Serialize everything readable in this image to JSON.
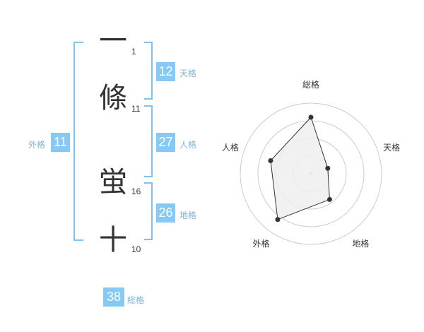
{
  "name": {
    "characters": [
      {
        "char": "一",
        "strokes": "1"
      },
      {
        "char": "條",
        "strokes": "11"
      },
      {
        "char": "蛍",
        "strokes": "16"
      },
      {
        "char": "十",
        "strokes": "10"
      }
    ]
  },
  "fortunes": {
    "tenkaku": {
      "label": "天格",
      "value": "12"
    },
    "jinkaku": {
      "label": "人格",
      "value": "27"
    },
    "chikaku": {
      "label": "地格",
      "value": "26"
    },
    "gaikaku": {
      "label": "外格",
      "value": "11"
    },
    "soukaku": {
      "label": "総格",
      "value": "38"
    }
  },
  "chart_data": {
    "type": "radar",
    "axes": [
      "総格",
      "天格",
      "地格",
      "外格",
      "人格"
    ],
    "values": [
      0.8,
      0.25,
      0.45,
      0.8,
      0.6
    ],
    "range": [
      0,
      1
    ],
    "rings": 4,
    "colors": {
      "fill": "#eeeeee",
      "line": "#333333",
      "grid": "#cccccc",
      "accent": "#86c9f5"
    }
  }
}
